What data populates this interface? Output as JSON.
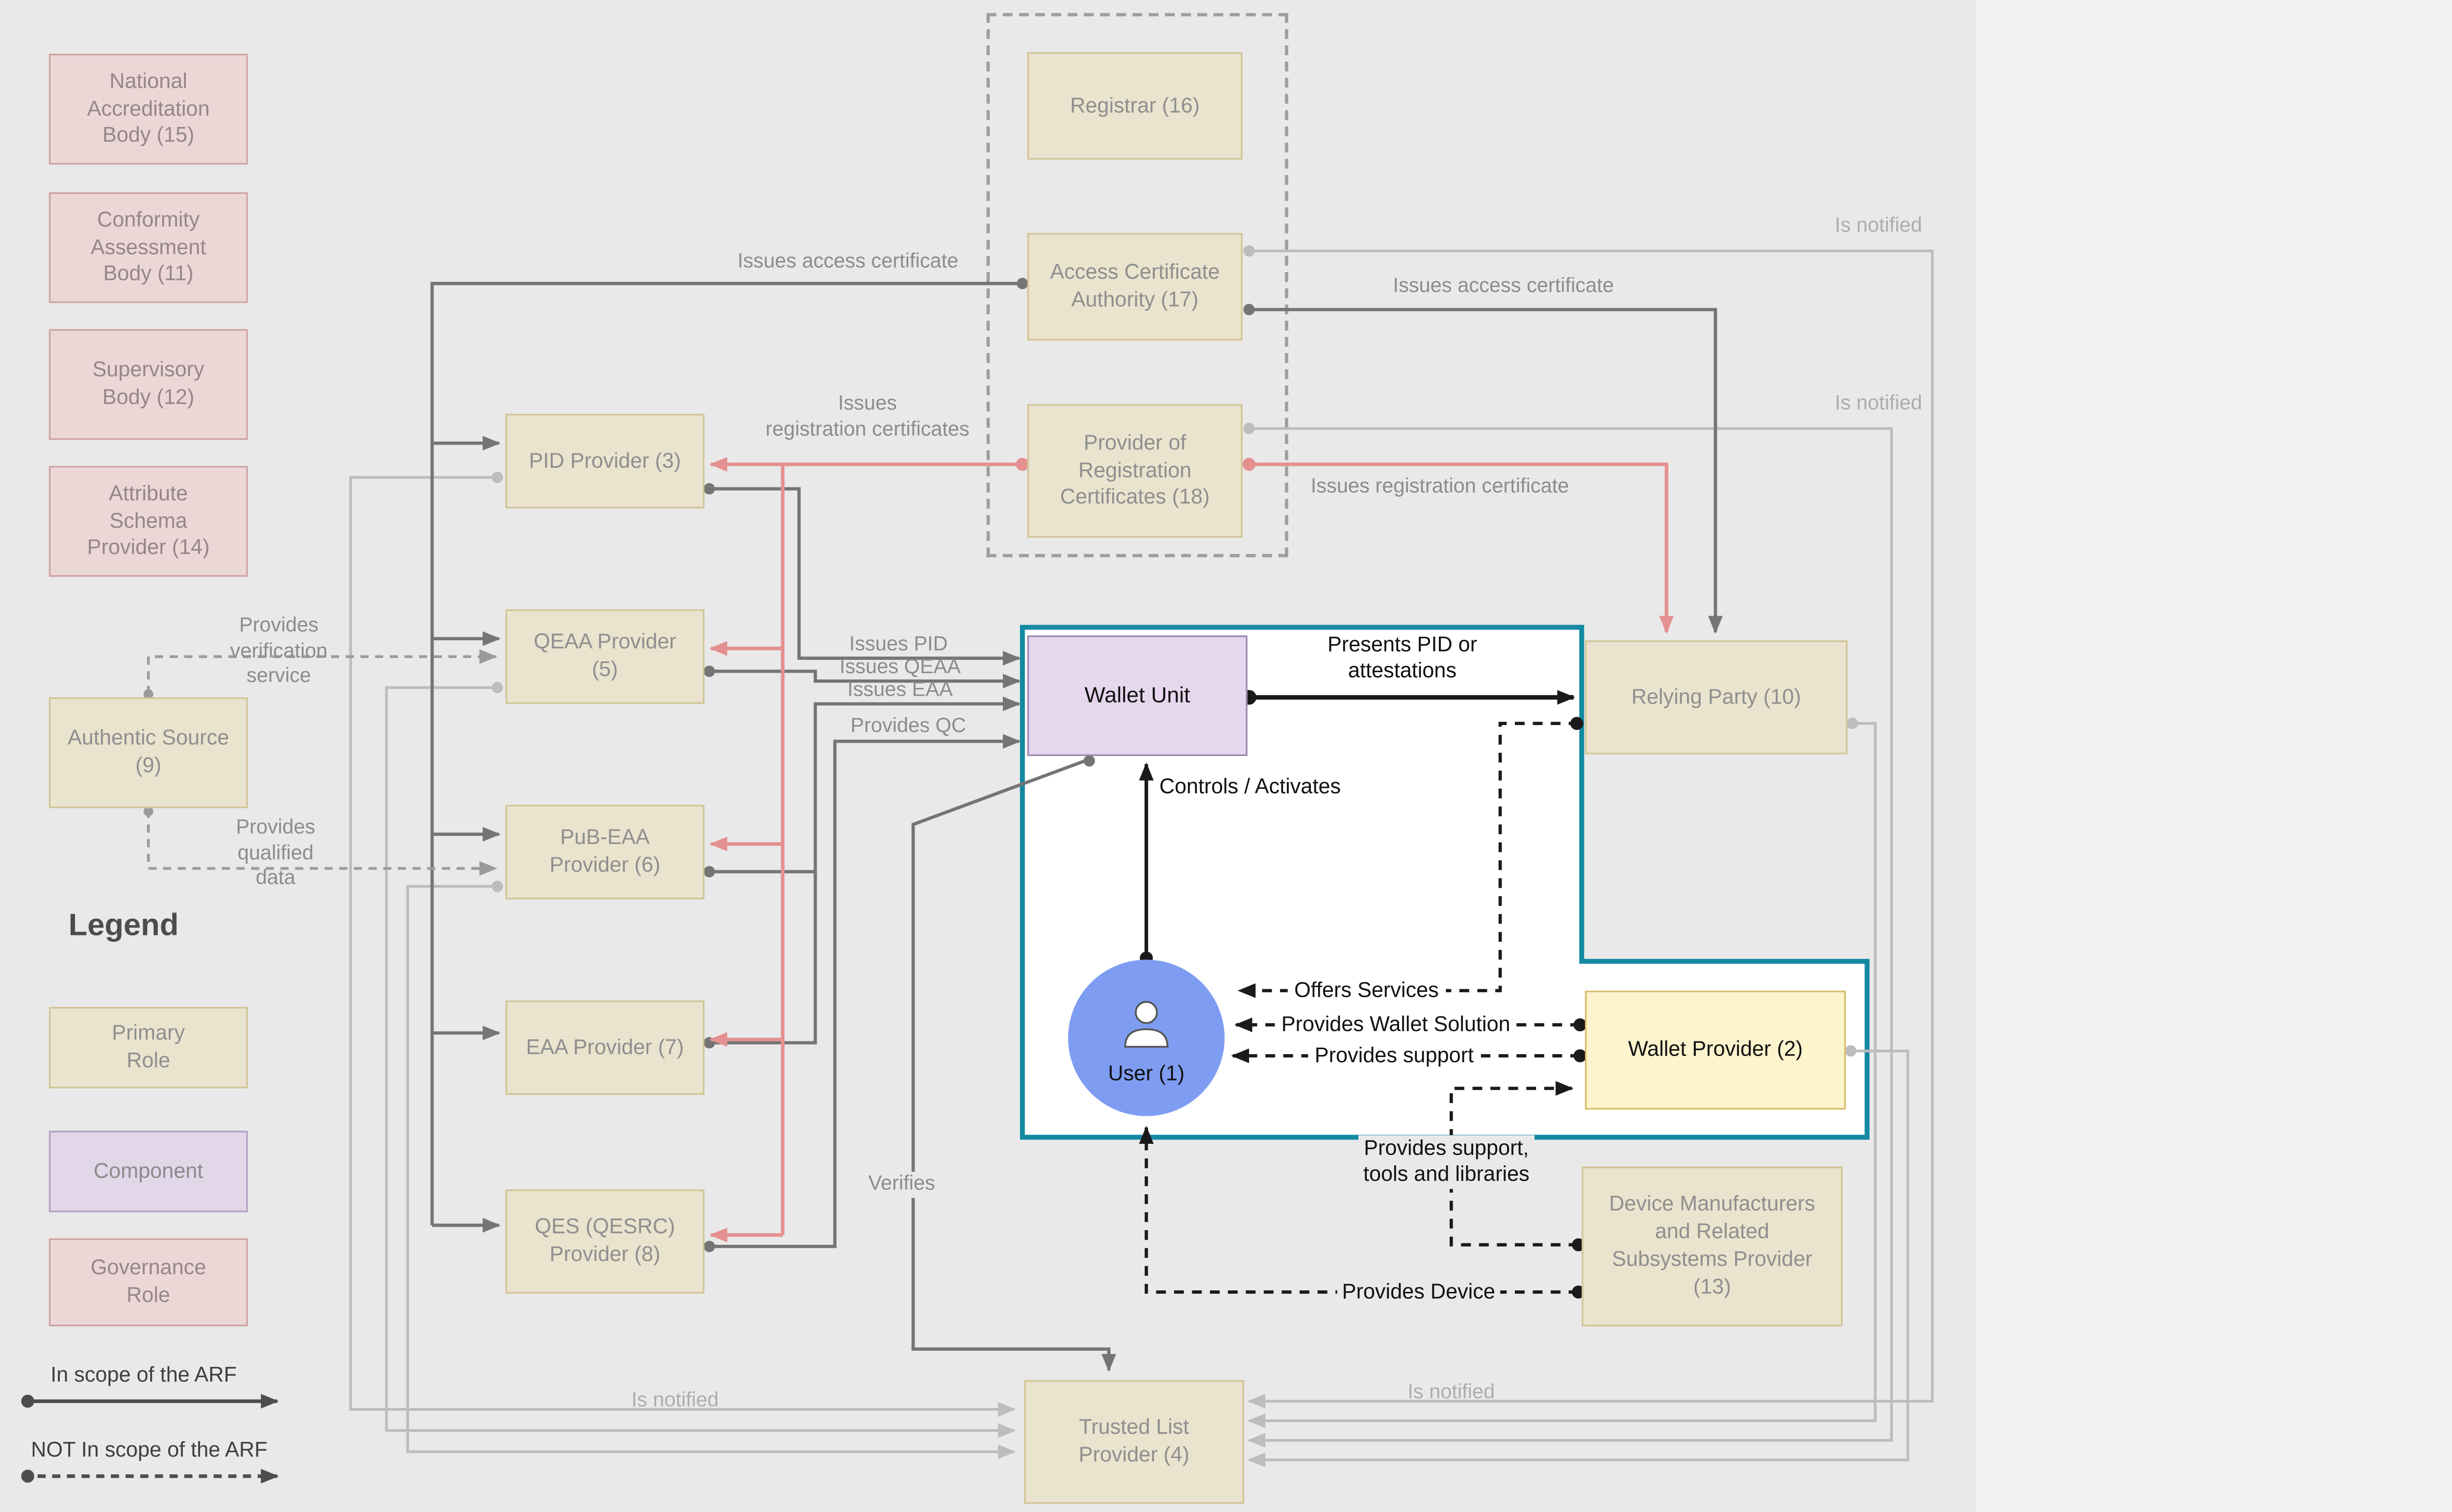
{
  "nodes": {
    "national_accreditation_body": "National\nAccreditation\nBody (15)",
    "conformity_assessment_body": "Conformity\nAssessment\nBody (11)",
    "supervisory_body": "Supervisory\nBody (12)",
    "attribute_schema_provider": "Attribute\nSchema\nProvider (14)",
    "authentic_source": "Authentic Source\n(9)",
    "pid_provider": "PID Provider (3)",
    "qeaa_provider": "QEAA Provider\n(5)",
    "pub_eaa_provider": "PuB-EAA\nProvider (6)",
    "eaa_provider": "EAA Provider (7)",
    "qes_provider": "QES (QESRC)\nProvider (8)",
    "registrar": "Registrar (16)",
    "access_certificate_authority": "Access Certificate\nAuthority (17)",
    "provider_registration_certificates": "Provider of\nRegistration\nCertificates (18)",
    "wallet_unit": "Wallet Unit",
    "user": "User (1)",
    "wallet_provider": "Wallet Provider (2)",
    "relying_party": "Relying Party (10)",
    "device_manufacturers": "Device Manufacturers\nand Related\nSubsystems Provider\n(13)",
    "trusted_list_provider": "Trusted List\nProvider (4)"
  },
  "legend": {
    "title": "Legend",
    "primary_role": "Primary\nRole",
    "component": "Component",
    "governance_role": "Governance\nRole",
    "in_scope": "In scope of the ARF",
    "not_in_scope": "NOT In scope of the ARF"
  },
  "edges": {
    "issues_access_certificate": "Issues access certificate",
    "is_notified": "Is notified",
    "issues_registration_certificates": "Issues\nregistration certificates",
    "issues_registration_certificate": "Issues registration certificate",
    "issues_pid": "Issues PID",
    "issues_qeaa": "Issues QEAA",
    "issues_eaa": "Issues EAA",
    "provides_qc": "Provides QC",
    "provides_verification_service": "Provides\nverification\nservice",
    "provides_qualified_data": "Provides\nqualified\ndata",
    "controls_activates": "Controls / Activates",
    "presents_pid": "Presents PID or\nattestations",
    "offers_services": "Offers Services",
    "provides_wallet_solution": "Provides Wallet Solution",
    "provides_support": "Provides support",
    "provides_support_tools": "Provides support,\ntools and libraries",
    "provides_device": "Provides Device",
    "verifies": "Verifies"
  },
  "colors": {
    "background": "#e9e9e9",
    "boundary_teal": "#1389a3",
    "primary_role_fill": "#eae3ce",
    "governance_role_fill": "#ecd7d7",
    "component_fill": "#e6d7ee",
    "wallet_provider_fill": "#fdf3cc",
    "user_circle_fill": "#7e9df2",
    "in_scope_line": "#757575",
    "not_in_scope_line": "#bdbdbd",
    "registration_line": "#e59090",
    "highlight_line": "#1a1a1a"
  }
}
